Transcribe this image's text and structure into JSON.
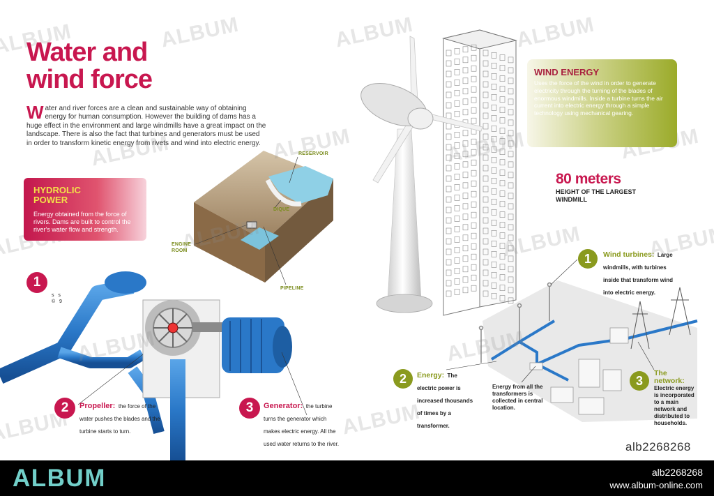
{
  "title": "Water and wind force",
  "intro": {
    "dropcap": "W",
    "text": "ater and river forces are a clean and sustainable way of obtaining energy for human consumption. However the building of dams has a huge effect in the environment and large windmills have a great impact on the landscape. There is also the fact that turbines and generators must be used in order to transform kinetic energy from rivets and wind into electric energy."
  },
  "hydro": {
    "title": "HYDROLIC POWER",
    "text": "Energy obtained from the force of rivers. Dams are built to control the river's water flow and strength.",
    "labels": {
      "reservoir": "RESERVOIR",
      "dique": "DIQUE",
      "engine_room": "ENGINE ROOM",
      "pipeline": "PIPELINE"
    },
    "steps": [
      {
        "num": "1"
      },
      {
        "num": "2",
        "head": "Propeller:",
        "text": "the force of the water pushes the blades and the turbine starts to turn."
      },
      {
        "num": "3",
        "head": "Generator:",
        "text": "the turbine turns the generator which makes electric energy. All the used water returns to the river."
      }
    ],
    "tiny": "s   s\n©   9"
  },
  "wind": {
    "title": "WIND ENERGY",
    "text": "Uses the force of the wind in order to generate electricity through the turning of the blades of enormous windmills. Inside a turbine turns the air current into electric energy through a simple technology using mechanical gearing.",
    "height_value": "80 meters",
    "height_label": "HEIGHT OF THE LARGEST WINDMILL",
    "steps": [
      {
        "num": "1",
        "head": "Wind turbines:",
        "text": "Large windmills, with turbines inside that transform wind into electric energy."
      },
      {
        "num": "2",
        "head": "Energy:",
        "text": "The electric power is increased thousands of times by a transformer."
      },
      {
        "num": "3",
        "head": "The network:",
        "text": "Electric energy is incorporated to a main network and distributed to households."
      }
    ],
    "collected": "Energy from all the transformers is collected in central location."
  },
  "watermark": "ALBUM",
  "image_code": "alb2268268",
  "footer": {
    "brand": "ALBUM",
    "id": "alb2268268",
    "url": "www.album-online.com"
  },
  "colors": {
    "accent_pink": "#c8174f",
    "accent_green": "#8a9a1e",
    "pipe_blue": "#2a78c8",
    "water": "#8fd0e6",
    "brand_teal": "#72cfc9"
  }
}
